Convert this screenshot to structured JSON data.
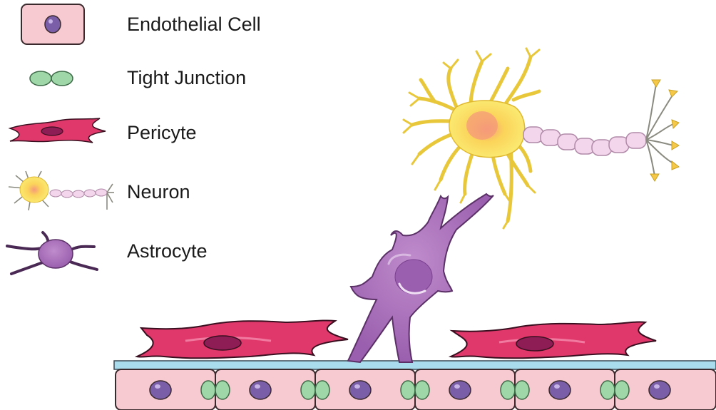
{
  "legend": [
    {
      "label": "Endothelial Cell",
      "icon": "endothelial-cell-icon"
    },
    {
      "label": "Tight Junction",
      "icon": "tight-junction-icon"
    },
    {
      "label": "Pericyte",
      "icon": "pericyte-icon"
    },
    {
      "label": "Neuron",
      "icon": "neuron-icon"
    },
    {
      "label": "Astrocyte",
      "icon": "astrocyte-icon"
    }
  ],
  "colors": {
    "endothelial_fill": "#f7c9d0",
    "endothelial_stroke": "#3a2a2e",
    "nucleus": "#7b5ea8",
    "tight_junction": "#9fd7a8",
    "basement_membrane": "#a9dcec",
    "pericyte": "#e0386a",
    "pericyte_nucleus": "#8e1d55",
    "neuron_body": "#fbe66a",
    "neuron_core": "#f7a57a",
    "axon_segment": "#f3d6ec",
    "dendrite_tips": "#8a8a80",
    "astrocyte": "#a46bb5"
  }
}
